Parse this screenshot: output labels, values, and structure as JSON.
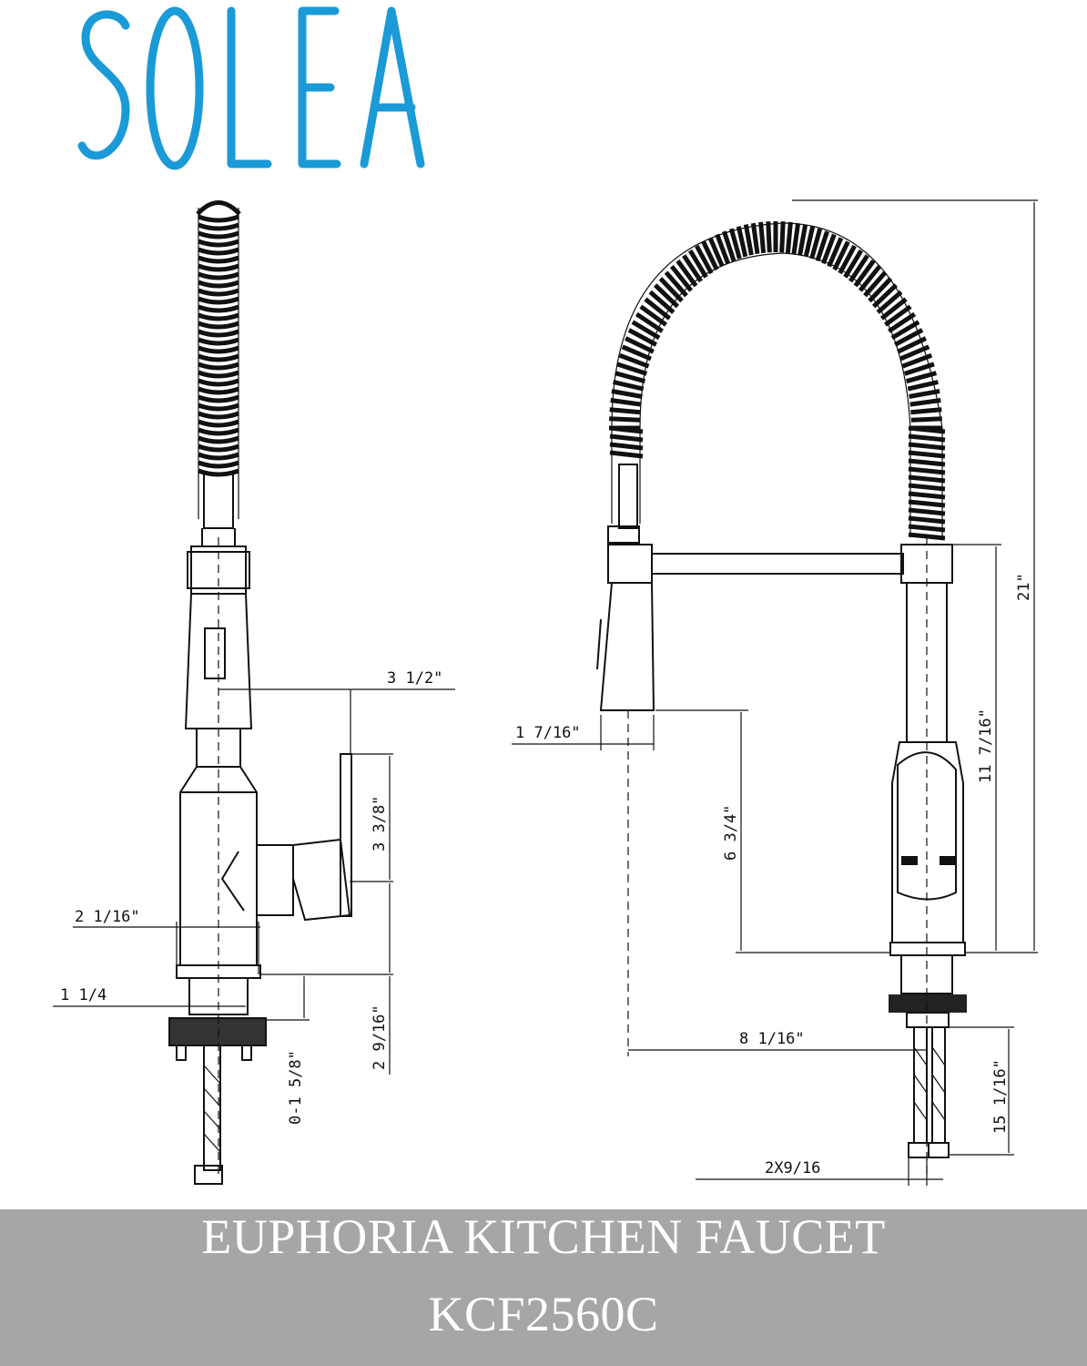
{
  "brand": {
    "logo_text": "SOLEA",
    "color": "#1a9ad6"
  },
  "dimensions": {
    "side": {
      "handle_reach": "3 1/2\"",
      "handle_height": "3 3/8\"",
      "body_diameter": "2 1/16\"",
      "shank_diameter": "1 1/4",
      "deck_thickness": "0-1 5/8\"",
      "base_height": "2 9/16\""
    },
    "front": {
      "sprayer_diameter": "1 7/16\"",
      "sprayer_clearance": "6 3/4\"",
      "spout_height": "11 7/16\"",
      "overall_height": "21\"",
      "spout_reach": "8 1/16\"",
      "hose_length": "15 1/16\"",
      "supply_lines": "2X9/16"
    }
  },
  "footer": {
    "product_name": "EUPHORIA KITCHEN FAUCET",
    "model_number": "KCF2560C"
  }
}
